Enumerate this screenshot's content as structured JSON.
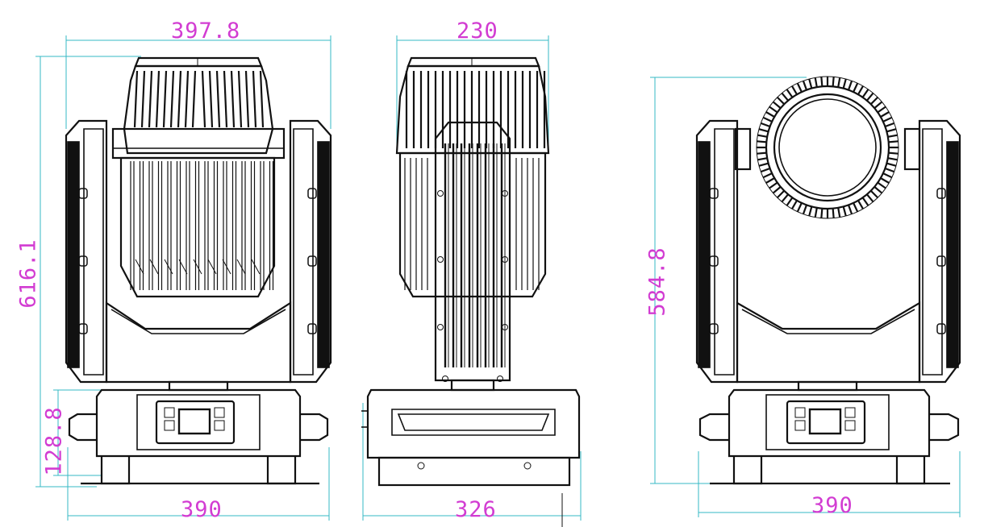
{
  "dimensions": {
    "front_width": "397.8",
    "front_height": "616.1",
    "front_base_height": "128.8",
    "front_base_width": "390",
    "side_top_width": "230",
    "side_base_width": "326",
    "rear_height": "584.8",
    "rear_base_width": "390"
  },
  "colors": {
    "dimension_text": "#d23cd2",
    "dimension_line": "#36b8c4",
    "outline": "#111111"
  }
}
